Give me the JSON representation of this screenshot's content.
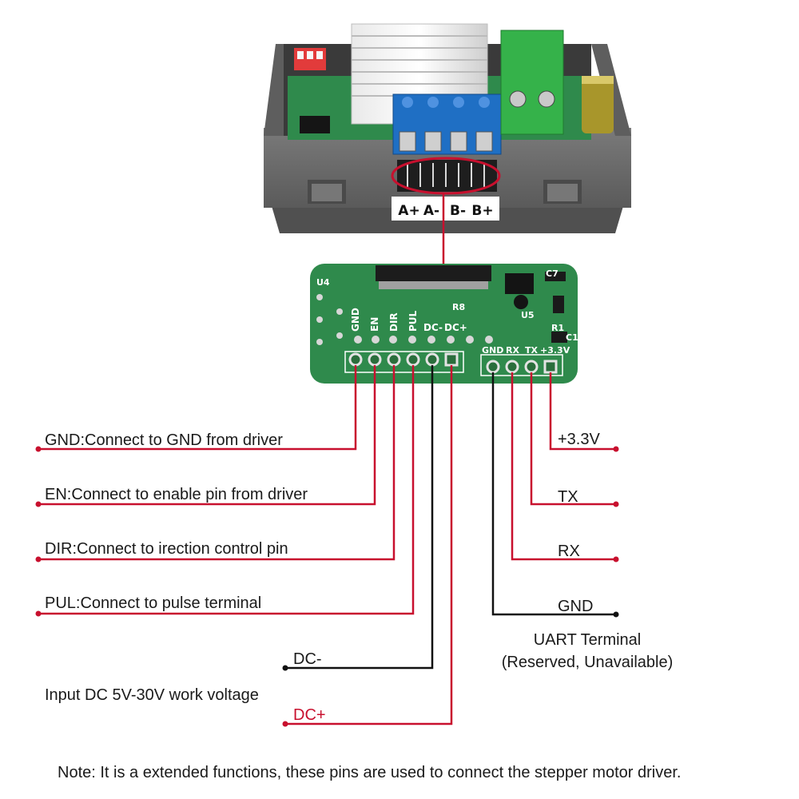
{
  "terminal_labels": {
    "a_plus": "A+",
    "a_minus": "A-",
    "b_minus": "B-",
    "b_plus": "B+"
  },
  "board_pin_labels": [
    "GND",
    "EN",
    "DIR",
    "PUL",
    "DC-",
    "DC+"
  ],
  "board_uart_labels": [
    "GND",
    "RX",
    "TX",
    "+3.3V"
  ],
  "board_part_labels": {
    "u4": "U4",
    "u5": "U5",
    "r8": "R8",
    "r1": "R1",
    "c1": "C1",
    "c7": "C7"
  },
  "left_pins": {
    "gnd": "GND:Connect to GND from driver",
    "en": "EN:Connect to enable pin from driver",
    "dir": "DIR:Connect to irection control pin",
    "pul": "PUL:Connect to pulse terminal",
    "dc_minus": "DC-",
    "dc_plus": "DC+"
  },
  "input_voltage": "Input DC 5V-30V work voltage",
  "uart_pins": {
    "v33": "+3.3V",
    "tx": "TX",
    "rx": "RX",
    "gnd": "GND"
  },
  "uart_caption": {
    "line1": "UART Terminal",
    "line2": "(Reserved, Unavailable)"
  },
  "note": "Note: It is a extended functions, these pins are used to connect the stepper motor driver.",
  "colors": {
    "red_wire": "#c8102e",
    "black_wire": "#111111",
    "pcb": "#2f8a4c",
    "case": "#6b6b6b",
    "terminal_blue": "#1f6fc4",
    "terminal_green": "#35b24a"
  }
}
